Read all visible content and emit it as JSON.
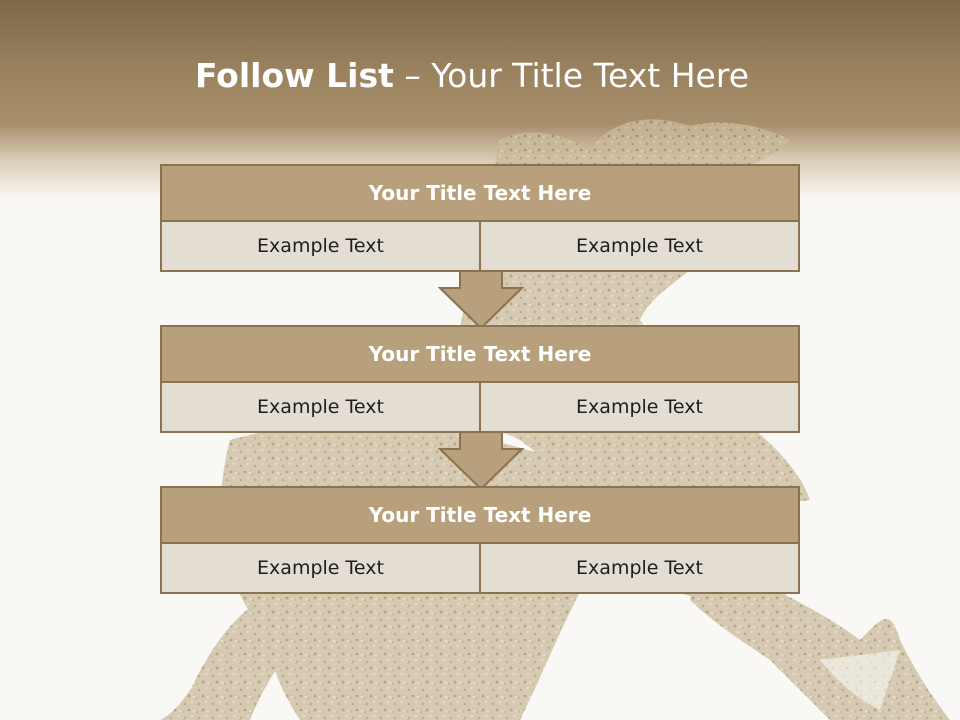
{
  "slide": {
    "title_bold": "Follow List",
    "title_separator": " – ",
    "title_rest": "Your Title Text Here",
    "background_image": "glitter-reindeer-silhouette",
    "colors": {
      "header_dark": "#7c6948",
      "header_mid": "#a88f6b",
      "box_title": "#b7a07b",
      "box_border": "#8a7350",
      "box_body": "#e4ddd3",
      "arrow": "#b7a07b"
    }
  },
  "steps": [
    {
      "title": "Your Title Text Here",
      "left": "Example Text",
      "right": "Example Text"
    },
    {
      "title": "Your Title Text Here",
      "left": "Example Text",
      "right": "Example Text"
    },
    {
      "title": "Your Title Text Here",
      "left": "Example Text",
      "right": "Example Text"
    }
  ],
  "connectors": [
    "down-arrow-icon",
    "down-arrow-icon"
  ]
}
